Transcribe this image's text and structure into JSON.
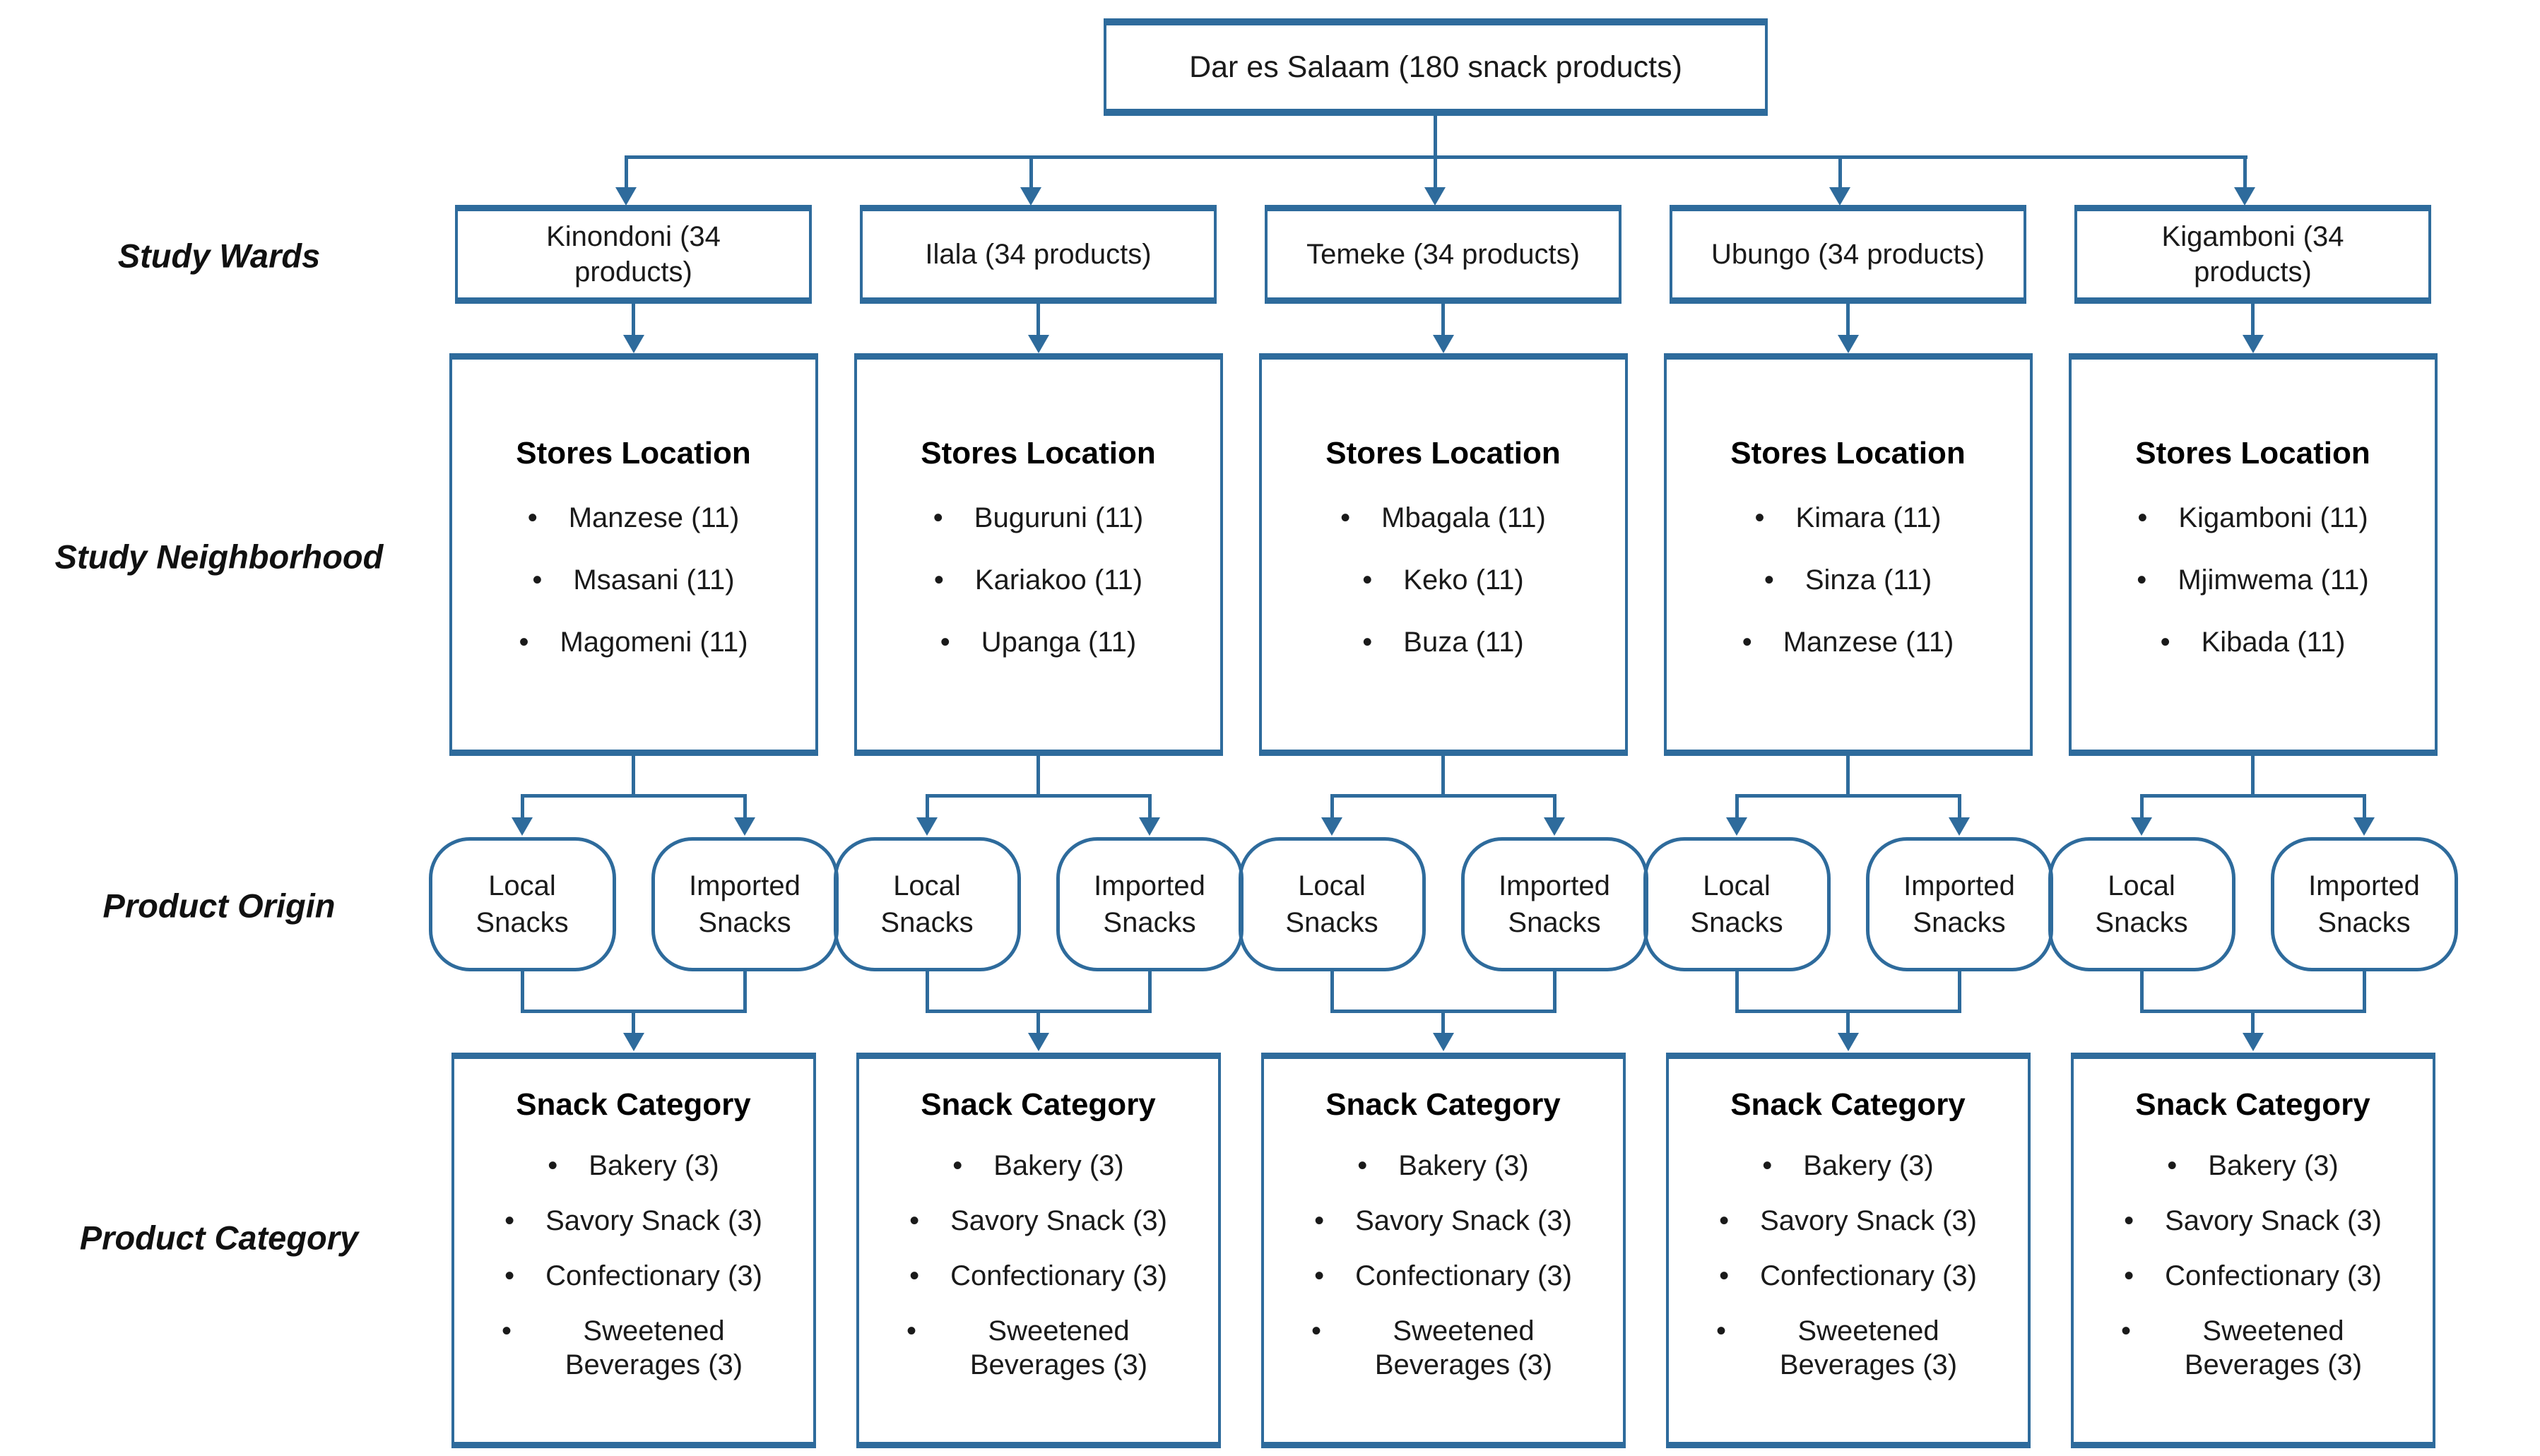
{
  "root": {
    "label": "Dar es Salaam (180 snack products)"
  },
  "row_labels": {
    "wards": "Study Wards",
    "neighborhood": "Study Neighborhood",
    "origin": "Product Origin",
    "category": "Product Category"
  },
  "columns": [
    {
      "ward": "Kinondoni (34 products)",
      "stores": {
        "title": "Stores Location",
        "items": [
          "Manzese (11)",
          "Msasani (11)",
          "Magomeni (11)"
        ]
      },
      "origins": [
        "Local Snacks",
        "Imported Snacks"
      ],
      "category": {
        "title": "Snack Category",
        "items": [
          "Bakery (3)",
          "Savory Snack (3)",
          "Confectionary (3)",
          "Sweetened Beverages (3)"
        ]
      }
    },
    {
      "ward": "Ilala (34 products)",
      "stores": {
        "title": "Stores Location",
        "items": [
          "Buguruni (11)",
          "Kariakoo (11)",
          "Upanga (11)"
        ]
      },
      "origins": [
        "Local Snacks",
        "Imported Snacks"
      ],
      "category": {
        "title": "Snack Category",
        "items": [
          "Bakery (3)",
          "Savory Snack (3)",
          "Confectionary (3)",
          "Sweetened Beverages (3)"
        ]
      }
    },
    {
      "ward": "Temeke (34 products)",
      "stores": {
        "title": "Stores Location",
        "items": [
          "Mbagala (11)",
          "Keko (11)",
          "Buza (11)"
        ]
      },
      "origins": [
        "Local Snacks",
        "Imported Snacks"
      ],
      "category": {
        "title": "Snack Category",
        "items": [
          "Bakery (3)",
          "Savory Snack (3)",
          "Confectionary (3)",
          "Sweetened Beverages (3)"
        ]
      }
    },
    {
      "ward": "Ubungo (34 products)",
      "stores": {
        "title": "Stores Location",
        "items": [
          "Kimara (11)",
          "Sinza (11)",
          "Manzese (11)"
        ]
      },
      "origins": [
        "Local Snacks",
        "Imported Snacks"
      ],
      "category": {
        "title": "Snack Category",
        "items": [
          "Bakery (3)",
          "Savory Snack (3)",
          "Confectionary (3)",
          "Sweetened Beverages (3)"
        ]
      }
    },
    {
      "ward": "Kigamboni (34 products)",
      "stores": {
        "title": "Stores Location",
        "items": [
          "Kigamboni (11)",
          "Mjimwema (11)",
          "Kibada (11)"
        ]
      },
      "origins": [
        "Local Snacks",
        "Imported Snacks"
      ],
      "category": {
        "title": "Snack Category",
        "items": [
          "Bakery (3)",
          "Savory Snack (3)",
          "Confectionary (3)",
          "Sweetened Beverages (3)"
        ]
      }
    }
  ],
  "bullet_glyph": "•",
  "colors": {
    "line_blue": "#2e6b9c",
    "text": "#1a1a1a"
  }
}
